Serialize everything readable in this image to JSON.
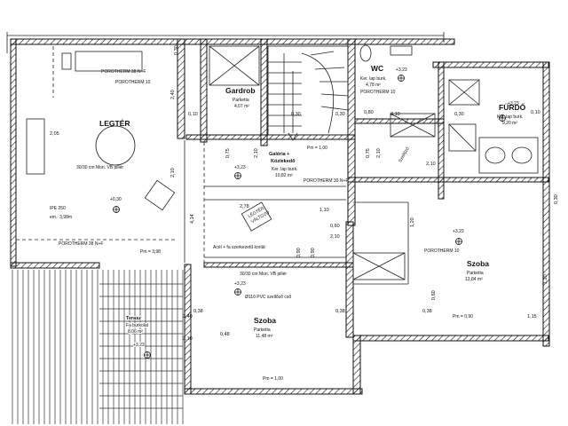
{
  "rooms": {
    "legter": {
      "name": "LEGTÉR"
    },
    "gardrob": {
      "name": "Gardrob",
      "floor": "Parketta",
      "area": "4,07 m²"
    },
    "wc": {
      "name": "WC",
      "floor": "Ker. lap burk.",
      "area": "4,78 m²",
      "level": "+3,23"
    },
    "furdo": {
      "name": "FÜRDŐ",
      "floor": "Ker. lap burk.",
      "area": "9,20 m²",
      "level": "+3,23"
    },
    "galeria": {
      "name": "Galéria +",
      "name2": "Közlekedő",
      "floor": "Ker. lap burk.",
      "area": "10,82 m²"
    },
    "szoba_left": {
      "name": "Szoba",
      "floor": "Parketta",
      "area": "11,48 m²",
      "level": "+3,23"
    },
    "szoba_right": {
      "name": "Szoba",
      "floor": "Parketta",
      "area": "13,84 m²",
      "level": "+3,23"
    },
    "terasz": {
      "name": "Terasz",
      "floor": "Fa burkolat",
      "area": "8,06 m²",
      "level": "+3,23"
    }
  },
  "labels": {
    "porotherm38_top": "POROTHERM 38 N+F",
    "porotherm10_top": "POROTHERM 10",
    "porotherm10_wc": "POROTHERM 10",
    "porotherm30": "POROTHERM 30 N+F",
    "porotherm38_mid": "POROTHERM 38 N+F",
    "porotherm10_mid": "POROTHERM 10",
    "pillar1": "30/30 cm Mon. VB pillér",
    "pillar2": "30/30 cm Mon. VB pillér",
    "ipe": "IPE 250",
    "ipe_level": "em.: 3,98m",
    "level_030": "+0,30",
    "level_galeria": "+3,23",
    "railing": "Acél + fa szerkezetű korlát",
    "pvc": "Ø110 PVC szellőző cső",
    "pm398": "Pm = 3,98",
    "pm100": "Pm = 1,00",
    "pm090": "Pm = 0,90",
    "pm100_stair": "Pm = 1,00",
    "vent": "Szellőző",
    "legter_hatch": "LÉGTÉR",
    "legter_hatch2": "VÁLTOZÓ"
  },
  "dims": {
    "d_205": "2,05",
    "d_240": "2,40",
    "d_210a": "2,10",
    "d_210b": "2,10",
    "d_278": "2,78",
    "d_414": "4,14",
    "d_110": "1,10",
    "d_060": "0,60",
    "d_210c": "2,10",
    "d_090a": "0,90",
    "d_038a": "0,38",
    "d_038b": "0,38",
    "d_038c": "0,38",
    "d_240b": "2,40",
    "d_210d": "2,10",
    "d_030a": "0,30",
    "d_030b": "0,30",
    "d_030c": "0,30",
    "d_030d": "0,30",
    "d_030e": "0,30",
    "d_080": "0,80",
    "d_010a": "0,10",
    "d_010b": "0,10",
    "d_010c": "0,10",
    "d_075a": "0,75",
    "d_075b": "0,75",
    "d_120a": "1,20",
    "d_120b": "1,20",
    "d_210e": "2,10",
    "d_210f": "2,10",
    "d_060b": "0,60",
    "d_090b": "0,90",
    "d_048": "0,48",
    "d_115": "1,15"
  }
}
